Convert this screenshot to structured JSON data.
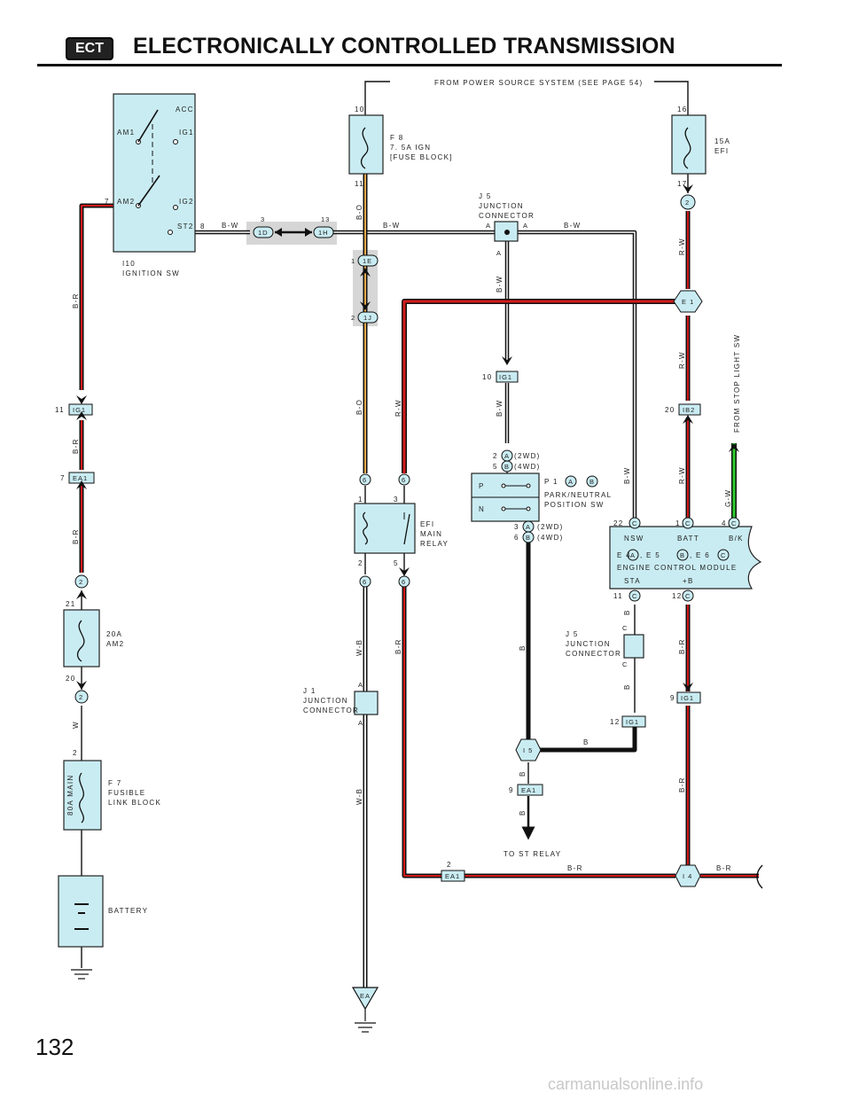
{
  "header": {
    "badge": "ECT",
    "title": "ELECTRONICALLY CONTROLLED TRANSMISSION"
  },
  "page_number": "132",
  "watermark": "carmanualsonline.info",
  "notes": {
    "power_source": "FROM POWER SOURCE SYSTEM (SEE PAGE 54)",
    "stop_light": "FROM STOP LIGHT SW",
    "st_relay": "TO ST RELAY"
  },
  "components": {
    "ign_sw": {
      "name": "I10",
      "desc": "IGNITION SW",
      "acc": "ACC",
      "am1": "AM1",
      "ig1": "IG1",
      "am2": "AM2",
      "ig2": "IG2",
      "st2": "ST2",
      "pin7": "7",
      "pin8": "8"
    },
    "fuse_f8": {
      "name": "F 8",
      "line1": "7. 5A IGN",
      "line2": "[FUSE BLOCK]",
      "pin_in": "10",
      "pin_out": "11"
    },
    "fuse_efi": {
      "line1": "15A",
      "line2": "EFI",
      "pin_in": "16",
      "pin_out": "17"
    },
    "j5_top": {
      "name": "J 5",
      "line1": "JUNCTION",
      "line2": "CONNECTOR",
      "a": "A"
    },
    "efi_relay": {
      "line1": "EFI",
      "line2": "MAIN",
      "line3": "RELAY",
      "p1": "1",
      "p2": "2",
      "p3": "3",
      "p5": "5"
    },
    "pn_sw": {
      "name": "P 1",
      "line1": "PARK/NEUTRAL",
      "line2": "POSITION SW",
      "p": "P",
      "n": "N",
      "pin2": "2",
      "pin5": "5",
      "pin3": "3",
      "pin6": "6",
      "wd2": "(2WD)",
      "wd4": "(4WD)",
      "conn_a": "A",
      "conn_b": "B"
    },
    "ecm": {
      "nsw": "NSW",
      "batt": "BATT",
      "bk": "B/K",
      "sta": "STA",
      "plusb": "+B",
      "name": "ENGINE CONTROL MODULE",
      "e4": "E 4",
      "e5": ", E 5",
      "e6": ", E 6",
      "ca": "A",
      "cb": "B",
      "cc": "C",
      "c": "C",
      "pin22": "22",
      "pin1": "1",
      "pin4": "4",
      "pin11": "11",
      "pin12": "12"
    },
    "j5_mid": {
      "name": "J 5",
      "line1": "JUNCTION",
      "line2": "CONNECTOR",
      "c": "C"
    },
    "j1": {
      "name": "J 1",
      "line1": "JUNCTION",
      "line2": "CONNECTOR",
      "a": "A"
    },
    "fuse_am2": {
      "line1": "20A",
      "line2": "AM2",
      "pin_in": "21",
      "pin_out": "20"
    },
    "fusible": {
      "name": "F 7",
      "line1": "FUSIBLE",
      "line2": "LINK BLOCK",
      "rating": "80A MAIN",
      "pin": "2"
    },
    "battery": {
      "label": "BATTERY"
    }
  },
  "connectors": {
    "c1d": "1D",
    "c1h": "1H",
    "c1d_pin": "3",
    "c1h_pin": "13",
    "c1e": "1E",
    "c1e_pin": "1",
    "c1j": "1J",
    "c1j_pin": "2",
    "ig1_left": "IG1",
    "ig1_left_pin": "11",
    "ea1_left": "EA1",
    "ea1_left_pin": "7",
    "j2a": "2",
    "j2b": "2",
    "j2c": "2",
    "e1": "E 1",
    "ib2": "IB2",
    "ib2_pin": "20",
    "ig1_mid": "IG1",
    "ig1_mid_pin": "10",
    "ig1_low": "IG1",
    "ig1_low_pin": "12",
    "ig1_right": "IG1",
    "ig1_right_pin": "9",
    "i5": "I 5",
    "ea1_mid": "EA1",
    "ea1_mid_pin": "9",
    "i4": "I 4",
    "ea1_bot": "EA1",
    "ea1_bot_pin": "2",
    "six": "6",
    "ea": "EA"
  },
  "wires": {
    "bw": "B-W",
    "bo": "B-O",
    "rw": "R-W",
    "br": "B-R",
    "w": "W",
    "wb": "W-B",
    "b": "B",
    "gw": "G-W"
  },
  "colors": {
    "component": "#c9ecf2",
    "red": "#d11a1a",
    "green": "#2ecc2e",
    "orange": "#e8a84a",
    "connector_shade": "#d6d6d6"
  }
}
